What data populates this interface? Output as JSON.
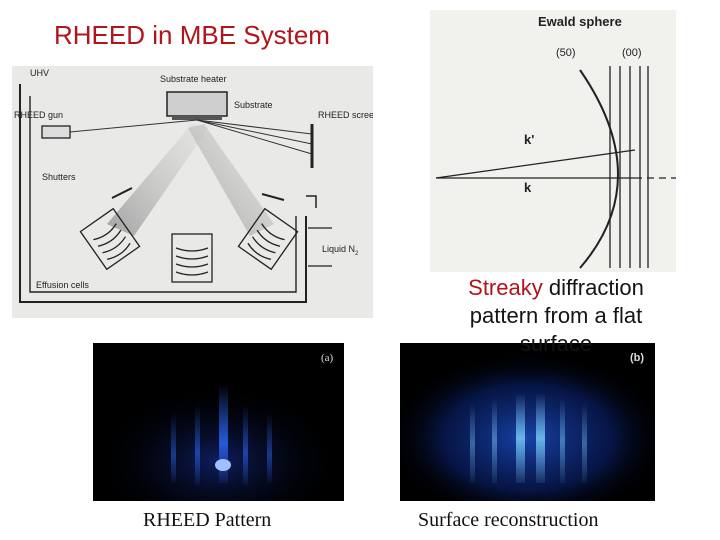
{
  "title": "RHEED in MBE System",
  "schematic": {
    "uhv": "UHV",
    "substrate_heater": "Substrate heater",
    "substrate": "Substrate",
    "rheed_gun": "RHEED gun",
    "rheed_screen": "RHEED screen",
    "shutters": "Shutters",
    "liquid_n2": "Liquid N",
    "liquid_n2_sub": "2",
    "effusion_cells": "Effusion cells"
  },
  "ewald": {
    "heading": "Ewald sphere",
    "idx_left": "(50)",
    "idx_right": "(00)",
    "k_prime": "k'",
    "k": "k"
  },
  "caption": {
    "highlight": "Streaky",
    "rest": " diffraction pattern from a flat surface"
  },
  "photo_a_label": "(a)",
  "photo_b_label": "(b)",
  "caption_a": "RHEED Pattern",
  "caption_b": "Surface reconstruction",
  "colors": {
    "title": "#b0141c",
    "highlight": "#b0141c",
    "streak": "#2f6cff"
  }
}
